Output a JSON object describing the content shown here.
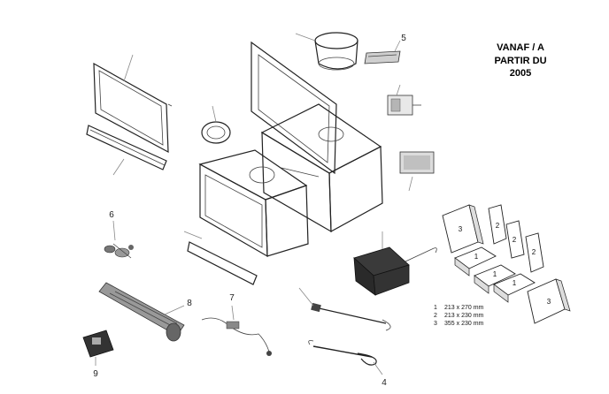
{
  "title": {
    "lines": [
      "VANAF / A",
      "PARTIR DU",
      "2005"
    ]
  },
  "callouts": {
    "n4": "4",
    "n5": "5",
    "n6": "6",
    "n7": "7",
    "n8": "8",
    "n9": "9"
  },
  "bricks": {
    "b1a": "1",
    "b1b": "1",
    "b1c": "1",
    "b2a": "2",
    "b2b": "2",
    "b2c": "2",
    "b3a": "3",
    "b3b": "3"
  },
  "legend": [
    {
      "num": "1",
      "size": "213 x 270 mm"
    },
    {
      "num": "2",
      "size": "213 x 230 mm"
    },
    {
      "num": "3",
      "size": "355 x 230 mm"
    }
  ],
  "colors": {
    "line": "#222222",
    "shade": "#bfbfbf",
    "dark": "#2a2a2a"
  }
}
